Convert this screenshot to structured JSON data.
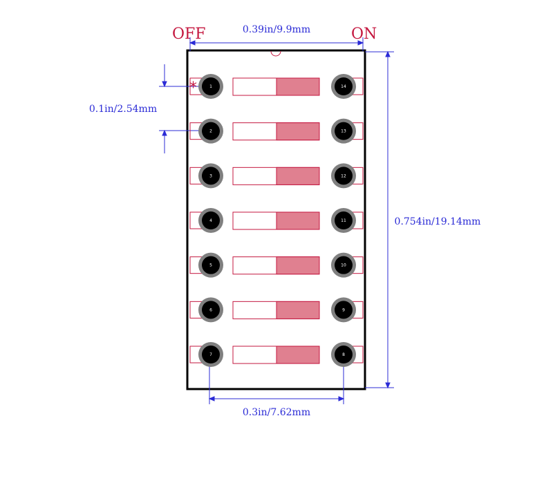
{
  "labels": {
    "off": "OFF",
    "on": "ON",
    "width_dim": "0.39in/9.9mm",
    "height_dim": "0.754in/19.14mm",
    "pitch_dim": "0.1in/2.54mm",
    "row_dim": "0.3in/7.62mm",
    "pin1_marker": "*"
  },
  "pins_left": [
    "1",
    "2",
    "3",
    "4",
    "5",
    "6",
    "7"
  ],
  "pins_right": [
    "14",
    "13",
    "12",
    "11",
    "10",
    "9",
    "8"
  ],
  "switch_count": 7,
  "colors": {
    "accent": "#c4173f",
    "dimension": "#2b2bd6",
    "body_outline": "#000000",
    "pad_ring": "#808080",
    "pad_hole": "#000000",
    "switch_fill": "#e08090"
  }
}
